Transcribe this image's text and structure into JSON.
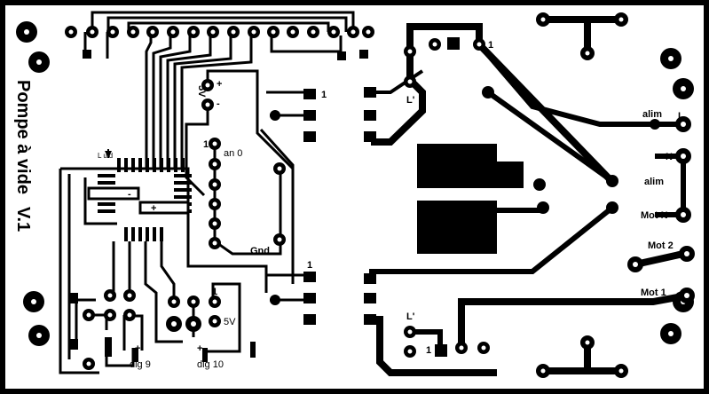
{
  "board": {
    "title_left": "Pompe à vide",
    "version": "V.1",
    "labels": {
      "pin1_top": "1",
      "pin1_mid": "1",
      "pin1_relay_top": "1",
      "pin1_relay_bot": "1",
      "pin1_header": "1",
      "pin1_an": "1",
      "pin1_dig": "1",
      "v5_top": "5V",
      "v5_bot": "5V",
      "plus_top": "+",
      "minus_top": "-",
      "an0": "an 0",
      "gnd": "Gnd",
      "dig9": "dig 9",
      "dig10": "dig 10",
      "plus_dig9": "+",
      "plus_dig10": "+",
      "plus_cap": "+",
      "minus_cap": "-",
      "l_top": "L'",
      "l_bot": "L'",
      "alim_top": "alim",
      "l_main": "L",
      "n_main": "N",
      "alim_bot": "alim",
      "mot_n": "Mot N",
      "mot2": "Mot 2",
      "mot1": "Mot 1",
      "l_uid": "L uid"
    }
  }
}
